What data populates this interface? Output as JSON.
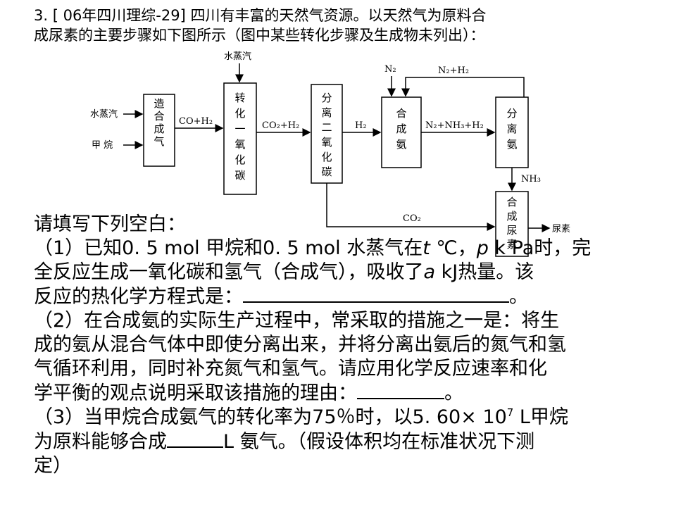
{
  "intro": {
    "line1": "3. [ 06年四川理综-29]  四川有丰富的天然气资源。以天然气为原料合",
    "line2": "成尿素的主要步骤如下图所示（图中某些转化步骤及生成物未列出）："
  },
  "diagram": {
    "inputs": {
      "steam": "水蒸汽",
      "methane": "甲 烷",
      "steam_top": "水蒸汽"
    },
    "boxes": {
      "syngas": "造合成气",
      "convert": "转化一氧化碳",
      "separate_co": "分离二氧化碳",
      "ammonia_synth": "合成氨",
      "ammonia_sep": "分离氨",
      "urea_synth": "合成尿素"
    },
    "flows": {
      "co_h2_1": "CO+H₂",
      "co_h2_2": "CO₂+H₂",
      "h2": "H₂",
      "n2": "N₂",
      "n2_h2": "N₂+H₂",
      "mix": "N₂+NH₃+H₂",
      "nh3": "NH₃",
      "co2": "CO₂",
      "urea": "尿素"
    }
  },
  "questions": {
    "prompt": "请填写下列空白：",
    "q1_a": "（1）已知0. 5 mol 甲烷和0. 5 mol 水蒸气在",
    "q1_t": "t",
    "q1_b": " ℃，",
    "q1_p": "p",
    "q1_c": " k Pa时，完",
    "q1_d": "全反应生成一氧化碳和氢气（合成气），吸收了",
    "q1_a_var": "a",
    "q1_e": " kJ热量。该",
    "q1_f": "反应的热化学方程式是：",
    "q1_end": "。",
    "q2_a": "（2）在合成氨的实际生产过程中，常采取的措施之一是：将生",
    "q2_b": "成的氨从混合气体中即使分离出来，并将分离出氨后的氮气和氢",
    "q2_c": "气循环利用，同时补充氮气和氢气。请应用化学反应速率和化",
    "q2_d": "学平衡的观点说明采取该措施的理由：",
    "q2_end": "。",
    "q3_a": "（3）当甲烷合成氨气的转化率为75％时，以5. 60× 10",
    "q3_exp": "7",
    "q3_b": " L甲烷",
    "q3_c": "为原料能够合成",
    "q3_d": "L 氨气。（假设体积均在标准状况下测",
    "q3_e": "定）"
  }
}
